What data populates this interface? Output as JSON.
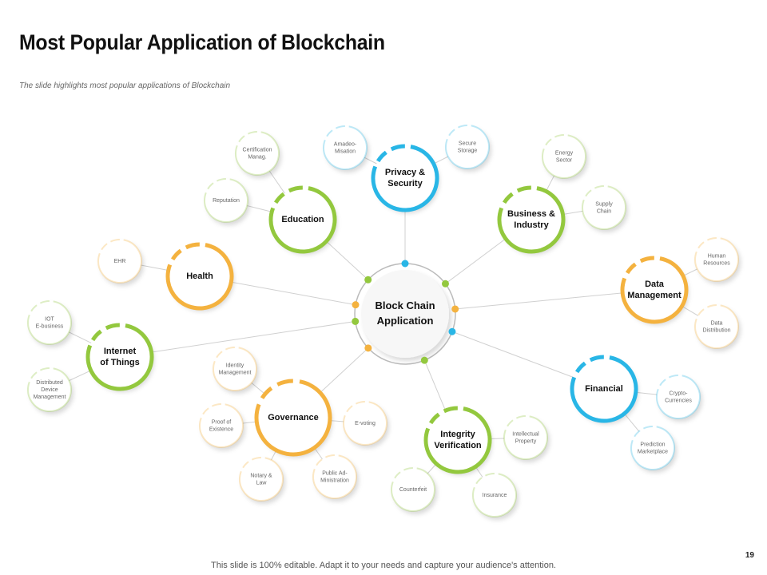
{
  "title": "Most Popular Application of Blockchain",
  "subtitle": "The slide highlights  most popular applications  of Blockchain",
  "page_number": "19",
  "footer": "This slide is 100% editable. Adapt it to your needs and capture your audience's attention.",
  "colors": {
    "blue": "#29b6e6",
    "green": "#93c83e",
    "orange": "#f4b23f"
  },
  "center": {
    "label": [
      "Block Chain",
      "Application"
    ]
  },
  "branches": [
    {
      "label": [
        "Privacy &",
        "Security"
      ],
      "color": "blue",
      "children": [
        [
          "Amadeo-",
          "Misation"
        ],
        [
          "Secure",
          "Storage"
        ]
      ]
    },
    {
      "label": [
        "Education"
      ],
      "color": "green",
      "children": [
        [
          "Certification",
          "Manag."
        ],
        [
          "Reputation"
        ]
      ]
    },
    {
      "label": [
        "Business &",
        "Industry"
      ],
      "color": "green",
      "children": [
        [
          "Energy",
          "Sector"
        ],
        [
          "Supply",
          "Chain"
        ]
      ]
    },
    {
      "label": [
        "Health"
      ],
      "color": "orange",
      "children": [
        [
          "EHR"
        ]
      ]
    },
    {
      "label": [
        "Data",
        "Management"
      ],
      "color": "orange",
      "children": [
        [
          "Human",
          "Resources"
        ],
        [
          "Data",
          "Distribution"
        ]
      ]
    },
    {
      "label": [
        "Internet",
        "of Things"
      ],
      "color": "green",
      "children": [
        [
          "IOT",
          "E-business"
        ],
        [
          "Distributed",
          "Device",
          "Management"
        ]
      ]
    },
    {
      "label": [
        "Financial"
      ],
      "color": "blue",
      "children": [
        [
          "Crypto-",
          "Currencies"
        ],
        [
          "Prediction",
          "Marketplace"
        ]
      ]
    },
    {
      "label": [
        "Governance"
      ],
      "color": "orange",
      "children": [
        [
          "Identity",
          "Management"
        ],
        [
          "Proof of",
          "Existence"
        ],
        [
          "E-voting"
        ],
        [
          "Notary &",
          "Law"
        ],
        [
          "Public Ad-",
          "Ministration"
        ]
      ]
    },
    {
      "label": [
        "Integrity",
        "Verification"
      ],
      "color": "green",
      "children": [
        [
          "Intellectual",
          "Property"
        ],
        [
          "Counterfeit"
        ],
        [
          "Insurance"
        ]
      ]
    }
  ]
}
